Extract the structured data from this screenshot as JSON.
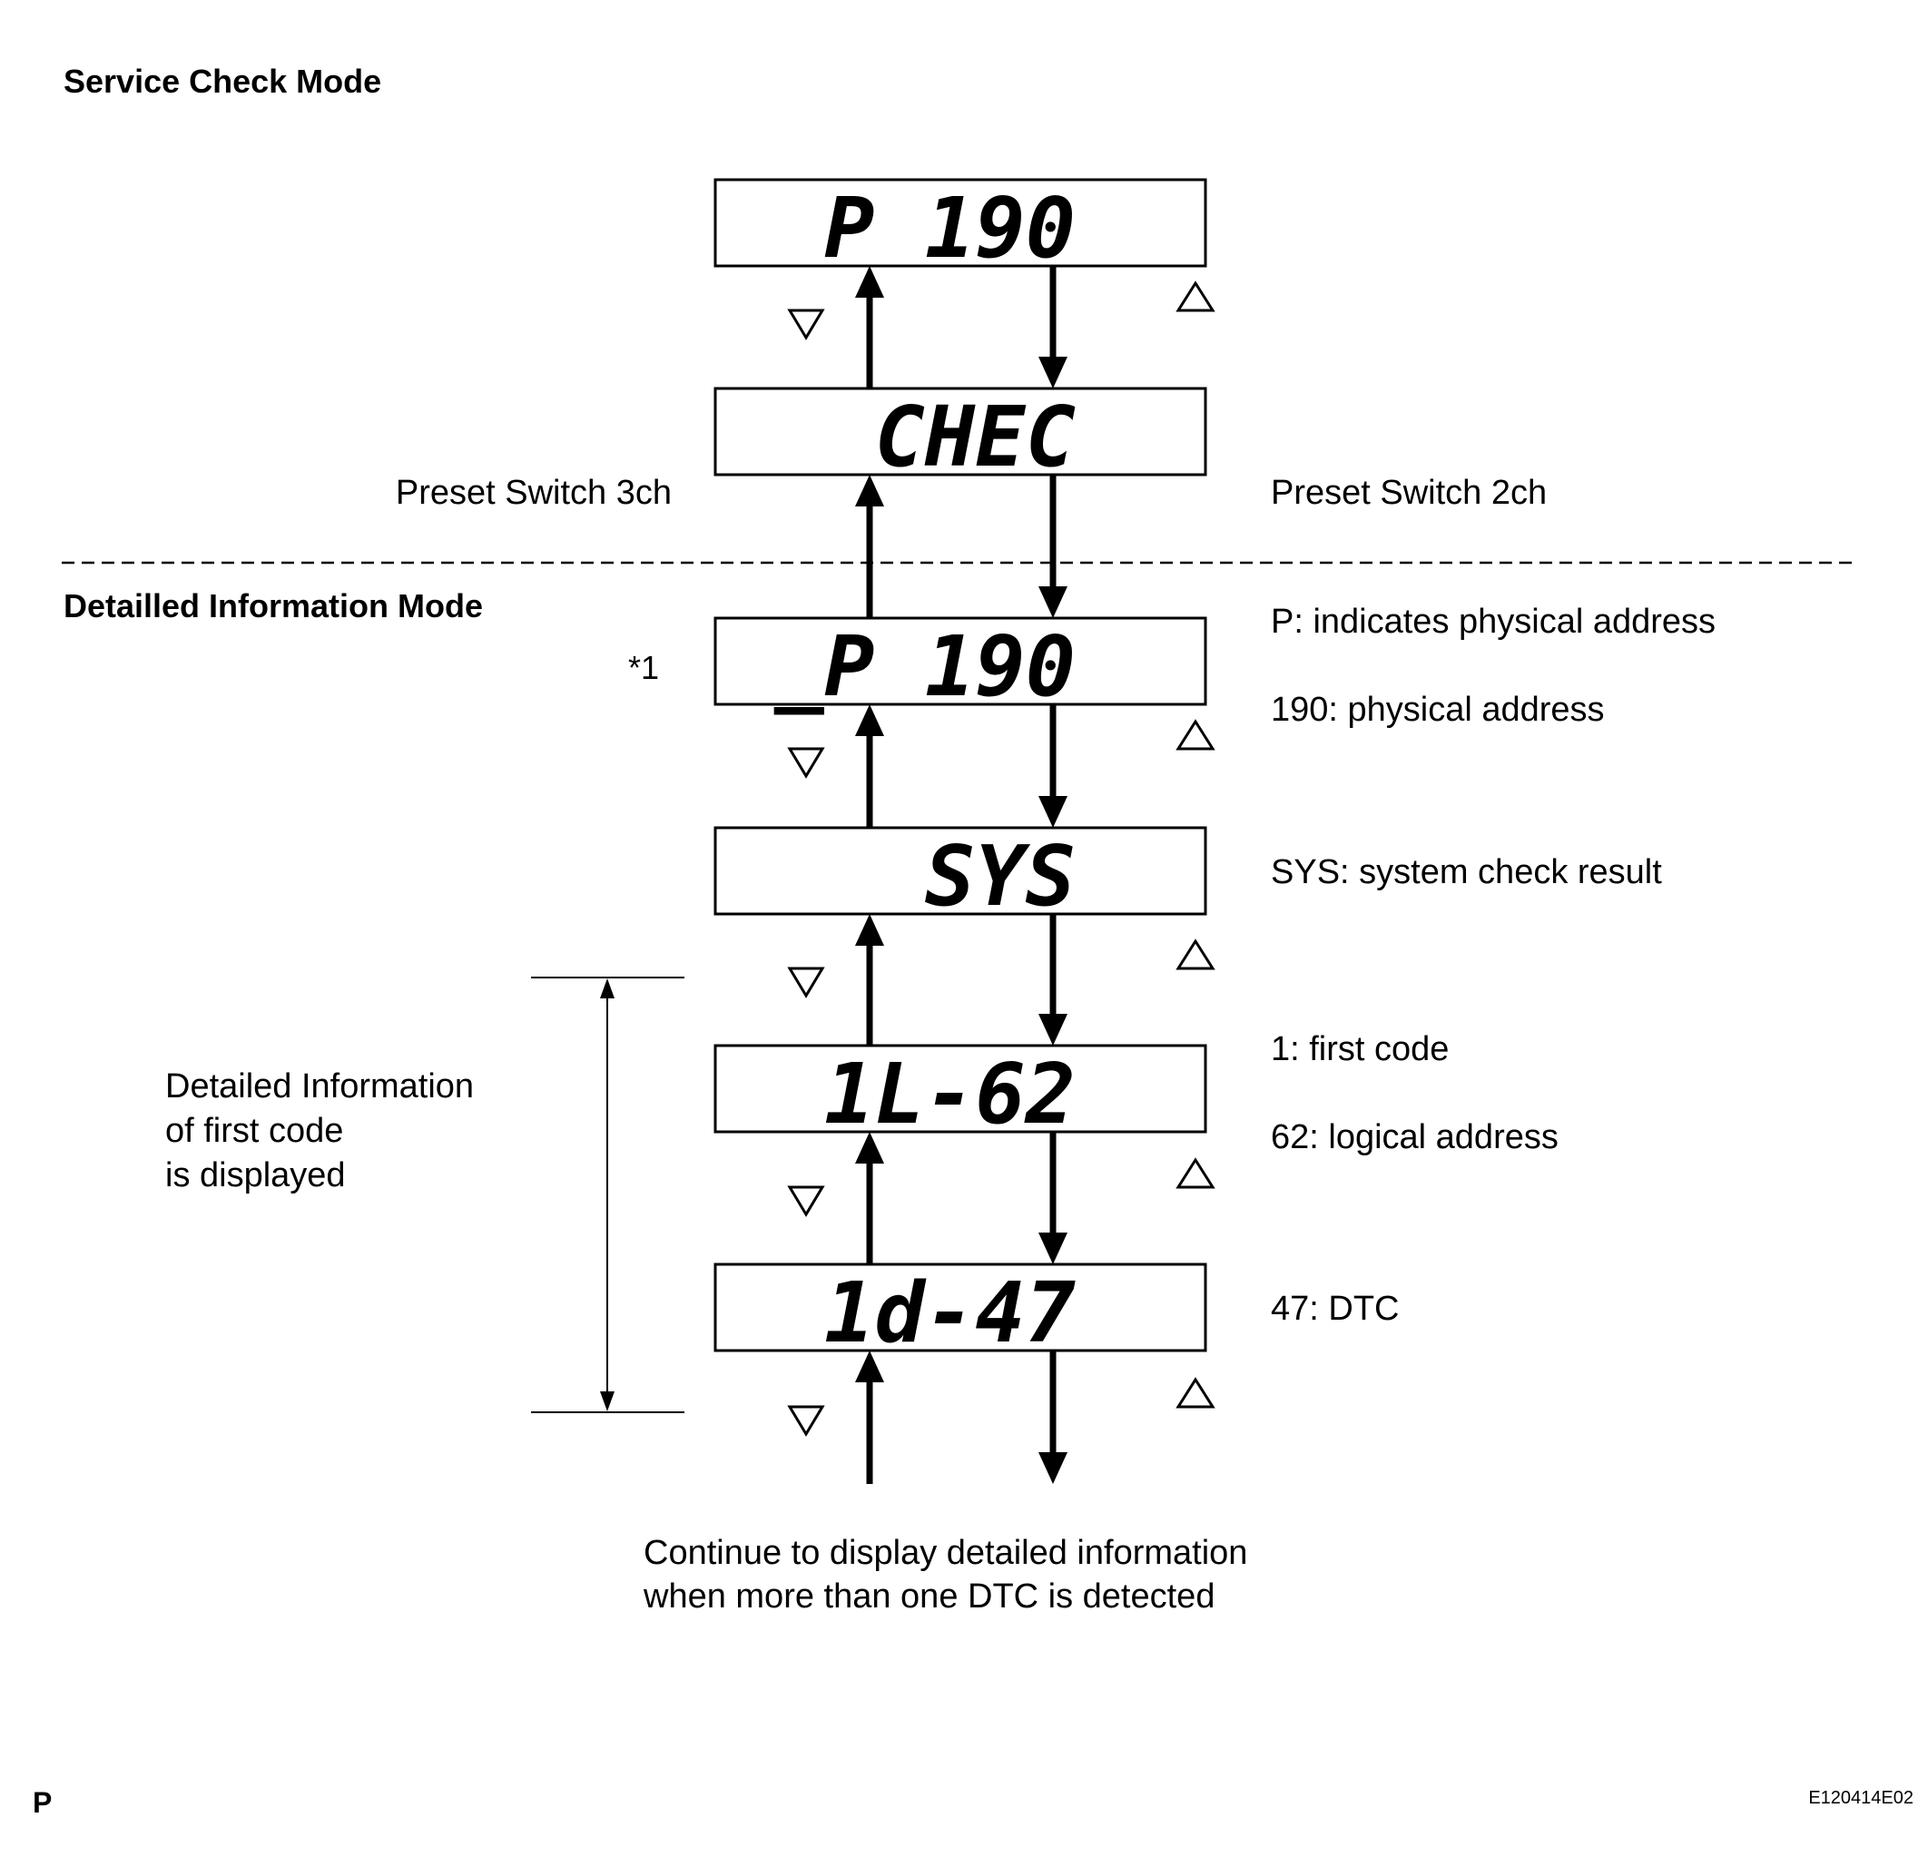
{
  "headings": {
    "service_check_mode": "Service Check Mode",
    "detailed_information_mode": "Detailled Information Mode"
  },
  "displays": {
    "p190": "P 190",
    "chec": "CHEC",
    "p190_detail": "_P 190",
    "sys": "SYS",
    "code_1l62": "1L-62",
    "code_1d47": "1d-47"
  },
  "labels": {
    "preset_switch_3ch": "Preset Switch 3ch",
    "preset_switch_2ch": "Preset Switch 2ch",
    "note_ref": "*1",
    "p_indicates": "P: indicates physical address",
    "physical_190": "190: physical address",
    "sys_result": "SYS: system check result",
    "first_code": "1: first code",
    "logical_62": "62: logical address",
    "dtc_47": "47: DTC",
    "detailed_info_line1": "Detailed Information",
    "detailed_info_line2": "of first code",
    "detailed_info_line3": "is displayed",
    "continue_line1": "Continue to display detailed information",
    "continue_line2": "when more than one DTC is detected",
    "corner_p": "P",
    "figure_id": "E120414E02"
  },
  "icons": {
    "down_button": "down-triangle-icon",
    "up_button": "up-triangle-icon"
  }
}
